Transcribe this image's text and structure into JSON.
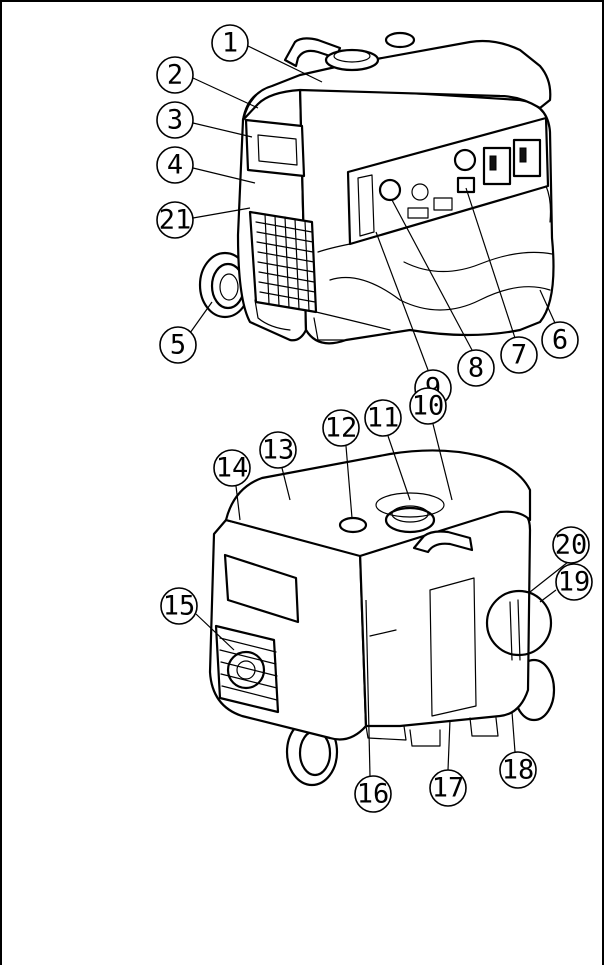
{
  "figure": {
    "upper_view": "generator-front-view",
    "lower_view": "generator-rear-view"
  },
  "callouts": [
    {
      "id": "c1",
      "label": "1"
    },
    {
      "id": "c2",
      "label": "2"
    },
    {
      "id": "c3",
      "label": "3"
    },
    {
      "id": "c4",
      "label": "4"
    },
    {
      "id": "c21",
      "label": "21"
    },
    {
      "id": "c5",
      "label": "5"
    },
    {
      "id": "c9",
      "label": "9"
    },
    {
      "id": "c8",
      "label": "8"
    },
    {
      "id": "c7",
      "label": "7"
    },
    {
      "id": "c6",
      "label": "6"
    },
    {
      "id": "c10",
      "label": "10"
    },
    {
      "id": "c11",
      "label": "11"
    },
    {
      "id": "c12",
      "label": "12"
    },
    {
      "id": "c13",
      "label": "13"
    },
    {
      "id": "c14",
      "label": "14"
    },
    {
      "id": "c20",
      "label": "20"
    },
    {
      "id": "c19",
      "label": "19"
    },
    {
      "id": "c15",
      "label": "15"
    },
    {
      "id": "c16",
      "label": "16"
    },
    {
      "id": "c17",
      "label": "17"
    },
    {
      "id": "c18",
      "label": "18"
    }
  ]
}
